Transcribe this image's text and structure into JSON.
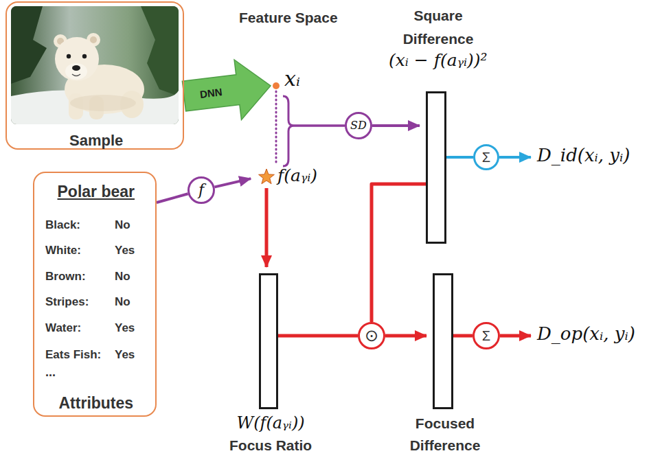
{
  "diagram": {
    "nodes": [
      {
        "text": [
          "Sample"
        ]
      },
      {
        "text": [
          "Feature Space"
        ]
      },
      {
        "text": [
          "xᵢ"
        ],
        "in": 1
      },
      {
        "text": [
          "f(aᵧᵢ)"
        ],
        "in": 1
      },
      {
        "text": [
          "Polar bear",
          "Black:",
          "No",
          "White:",
          "Yes",
          "Brown:",
          "No",
          "Stripes:",
          "No",
          "Water:",
          "Yes",
          "Eats Fish:",
          "Yes",
          "...",
          "Attributes"
        ]
      },
      {
        "text": [
          "f"
        ]
      },
      {
        "text": [
          "SD"
        ]
      },
      {
        "text": [
          "Square Difference",
          "(xᵢ − f(aᵧᵢ))²"
        ]
      },
      {
        "text": [
          "Σ"
        ]
      },
      {
        "text": [
          "D_id(xᵢ, yᵢ)"
        ]
      },
      {
        "text": [
          "W(f(aᵧᵢ))",
          "Focus Ratio"
        ]
      },
      {
        "text": [
          "⊙"
        ]
      },
      {
        "text": [
          "Focused Difference"
        ]
      },
      {
        "text": [
          "Σ"
        ]
      },
      {
        "text": [
          "D_op(xᵢ, yᵢ)"
        ]
      }
    ],
    "edges": [
      {
        "from": 0,
        "to": 2,
        "label": "DNN",
        "arrow": "to"
      },
      {
        "from": 4,
        "to": 5,
        "arrow": "none"
      },
      {
        "from": 5,
        "to": 3,
        "arrow": "to"
      },
      {
        "from": 2,
        "to": 6,
        "arrow": "none"
      },
      {
        "from": 3,
        "to": 6,
        "arrow": "none"
      },
      {
        "from": 6,
        "to": 7,
        "arrow": "to"
      },
      {
        "from": 7,
        "to": 8,
        "arrow": "none"
      },
      {
        "from": 8,
        "to": 9,
        "arrow": "to"
      },
      {
        "from": 3,
        "to": 10,
        "arrow": "to"
      },
      {
        "from": 10,
        "to": 11,
        "arrow": "none"
      },
      {
        "from": 7,
        "to": 11,
        "arrow": "none"
      },
      {
        "from": 11,
        "to": 12,
        "arrow": "to"
      },
      {
        "from": 12,
        "to": 13,
        "arrow": "none"
      },
      {
        "from": 13,
        "to": 14,
        "arrow": "to"
      }
    ]
  }
}
